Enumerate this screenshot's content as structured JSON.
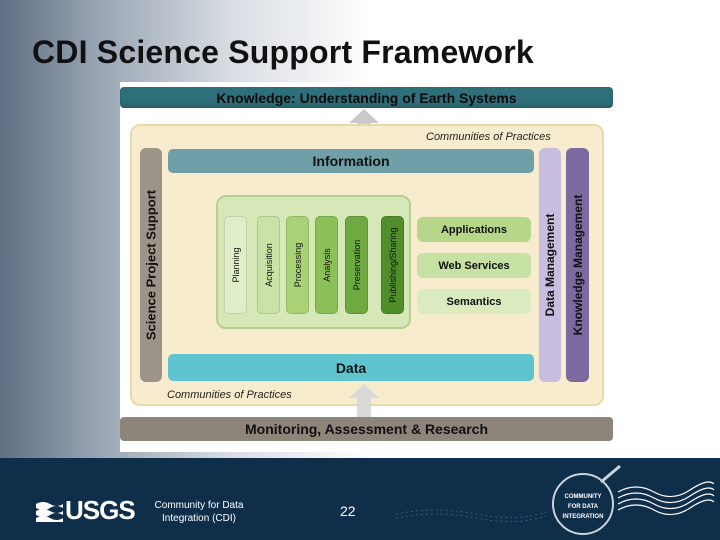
{
  "slide": {
    "title": "CDI Science Support Framework",
    "page_number": "22"
  },
  "diagram": {
    "knowledge_label": "Knowledge:  Understanding of Earth Systems",
    "communities_top": "Communities of Practices",
    "communities_bottom": "Communities of Practices",
    "science_project_support": "Science Project Support",
    "information_label": "Information",
    "data_label": "Data",
    "data_management": "Data Management",
    "knowledge_management": "Knowledge Management",
    "monitoring_label": "Monitoring, Assessment & Research",
    "lifecycle_stages": [
      "Planning",
      "Acquisition",
      "Processing",
      "Analysis",
      "Preservation",
      "Publishing/Sharing"
    ],
    "services": [
      "Applications",
      "Web Services",
      "Semantics"
    ]
  },
  "footer": {
    "usgs_logo": "USGS",
    "cdi_text": "Community for Data Integration (CDI)",
    "cdi_logo": [
      "COMMUNITY",
      "FOR DATA",
      "INTEGRATION"
    ]
  },
  "colors": {
    "footer_bg": "#0f2e4a",
    "knowledge_bar": "#2f6f7a",
    "data_bar": "#5ec4cf",
    "information_bar": "#6fa0a8",
    "panel_bg": "#f7eccd",
    "knowledge_mgmt": "#7b6aa0",
    "data_mgmt": "#c9bddf"
  }
}
